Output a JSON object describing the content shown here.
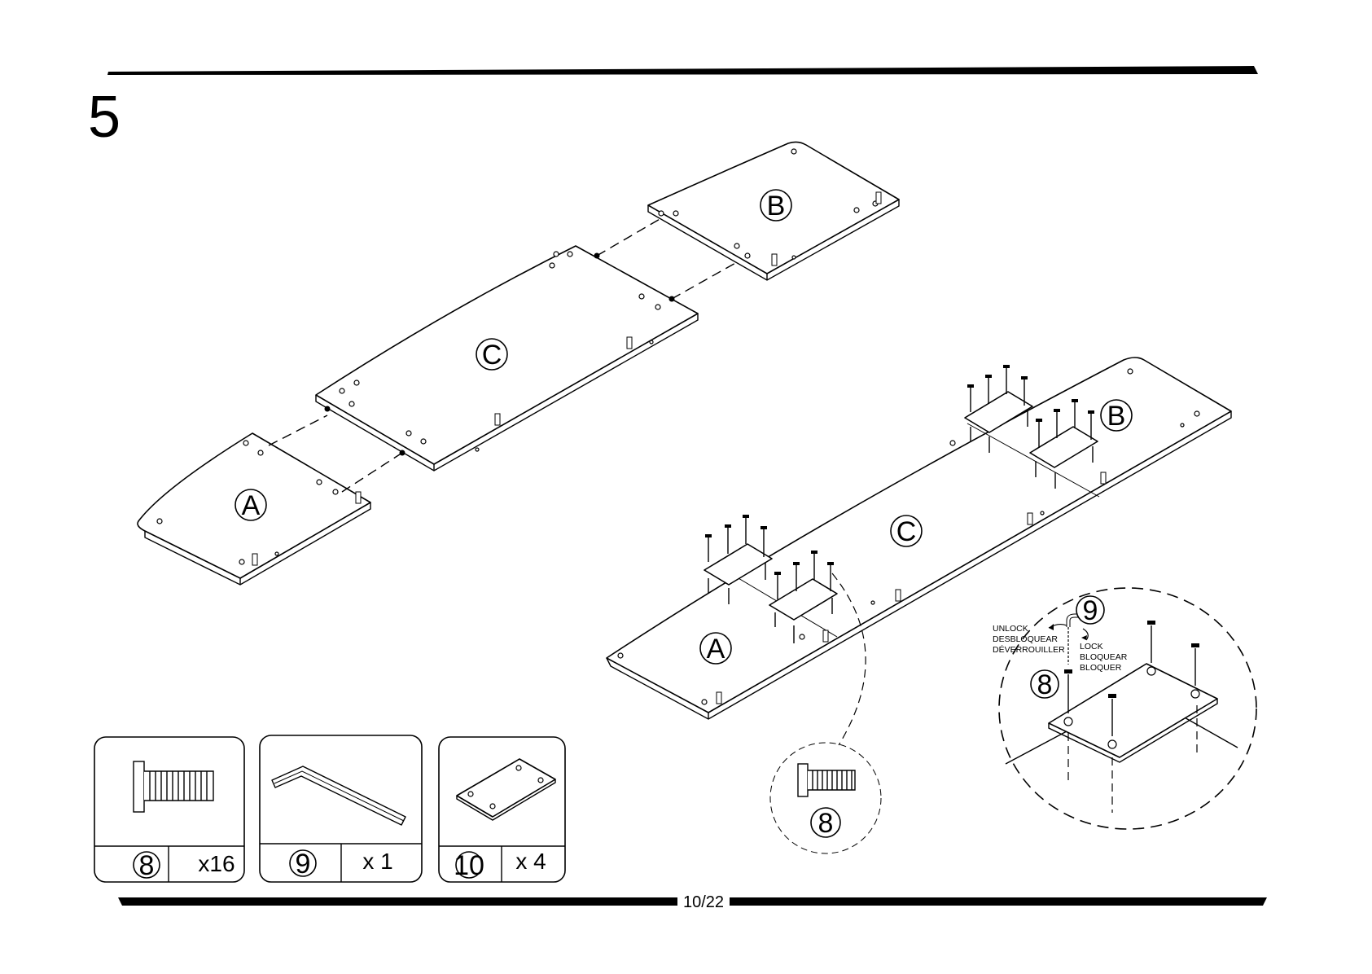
{
  "step_number": "5",
  "page_number": "10/22",
  "panel_labels": {
    "a": "A",
    "b": "B",
    "c": "C"
  },
  "parts": [
    {
      "id": "8",
      "qty": "x16",
      "icon": "bolt-icon"
    },
    {
      "id": "9",
      "qty": "x 1",
      "icon": "allen-key-icon"
    },
    {
      "id": "10",
      "qty": "x 4",
      "icon": "connector-plate-icon"
    }
  ],
  "detail_callout": {
    "bolt_label": "8",
    "key_label": "9",
    "unlock_text": [
      "UNLOCK",
      "DESBLOQUEAR",
      "DÉVERROUILLER"
    ],
    "lock_text": [
      "LOCK",
      "BLOQUEAR",
      "BLOQUER"
    ]
  },
  "bolt_callout_label": "8"
}
